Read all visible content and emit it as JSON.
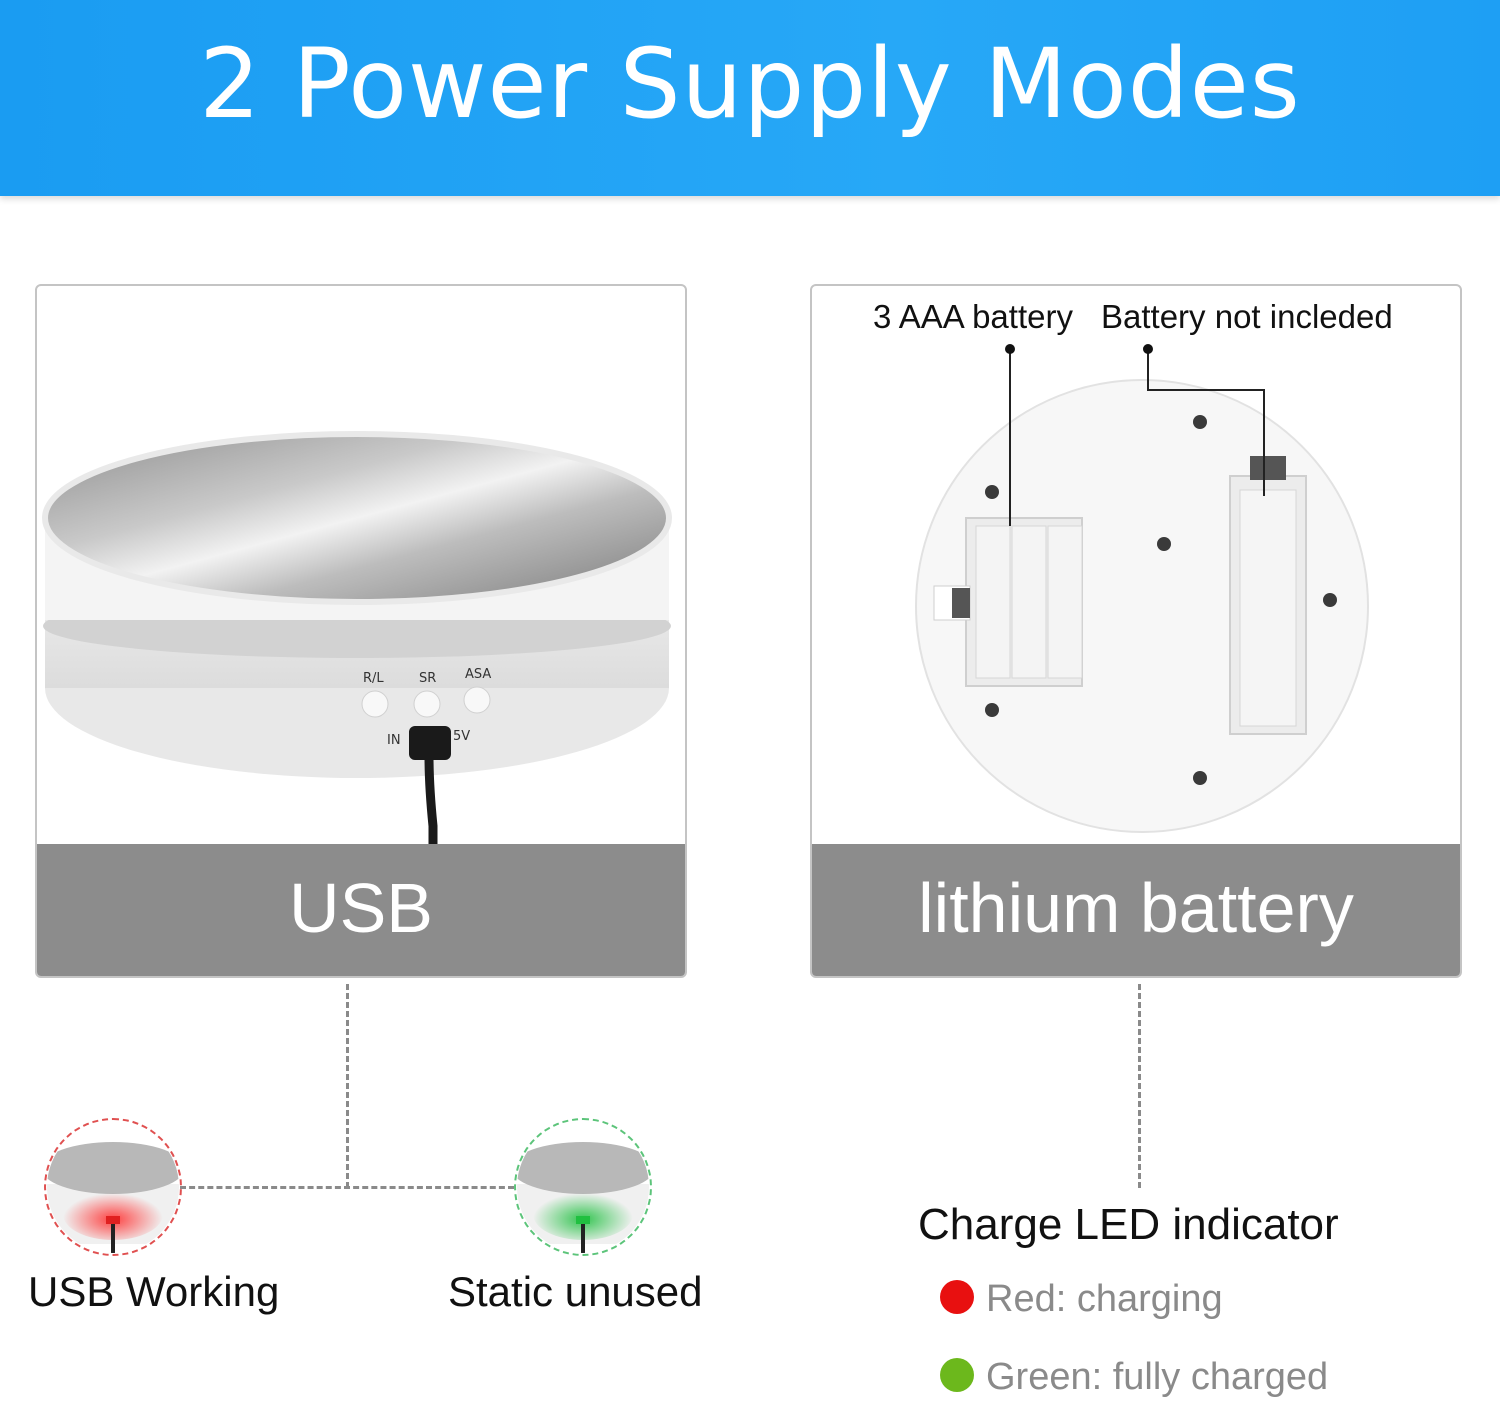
{
  "header": {
    "title": "2 Power Supply Modes"
  },
  "usb_panel": {
    "label": "USB",
    "device_labels": {
      "rl": "R/L",
      "sr": "SR",
      "asa": "ASA",
      "in": "IN",
      "fivev": "5V"
    }
  },
  "battery_panel": {
    "label": "lithium battery",
    "callout_left": "3 AAA battery",
    "callout_right": "Battery not incleded"
  },
  "usb_states": [
    {
      "caption": "USB Working",
      "color": "#e02020"
    },
    {
      "caption": "Static unused",
      "color": "#20c040"
    }
  ],
  "led": {
    "title": "Charge LED indicator",
    "items": [
      {
        "text": "Red: charging",
        "color": "#e81010"
      },
      {
        "text": "Green: fully charged",
        "color": "#6cb81c"
      }
    ]
  }
}
